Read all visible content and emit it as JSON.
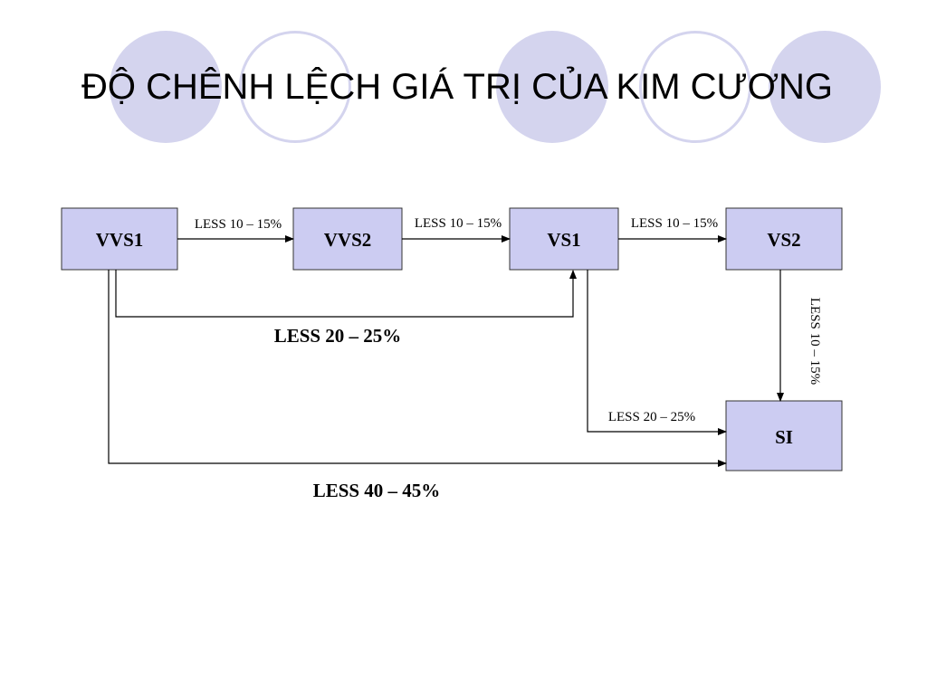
{
  "title": "ĐỘ CHÊNH LỆCH GIÁ TRỊ CỦA KIM CƯƠNG",
  "colors": {
    "node_fill": "#ccccf2",
    "node_stroke": "#333333",
    "circle_fill": "#d4d4ee",
    "edge": "#000000"
  },
  "nodes": {
    "vvs1": "VVS1",
    "vvs2": "VVS2",
    "vs1": "VS1",
    "vs2": "VS2",
    "si": "SI"
  },
  "edges": {
    "vvs1_vvs2": "LESS 10 – 15%",
    "vvs2_vs1": "LESS 10 – 15%",
    "vs1_vs2": "LESS 10 – 15%",
    "vs2_si": "LESS 10 – 15%",
    "vvs1_vs1": "LESS 20 – 25%",
    "vs1_si": "LESS 20 – 25%",
    "vvs1_si": "LESS 40 – 45%"
  }
}
